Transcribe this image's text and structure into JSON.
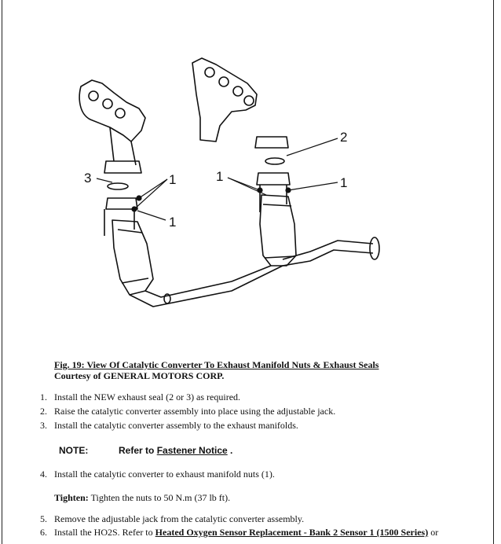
{
  "figure": {
    "callouts": [
      "1",
      "1",
      "1",
      "1",
      "2",
      "3"
    ]
  },
  "caption": {
    "title": "Fig. 19: View Of Catalytic Converter To Exhaust Manifold Nuts & Exhaust Seals",
    "credit": "Courtesy of GENERAL MOTORS CORP."
  },
  "steps": [
    {
      "num": "1.",
      "text": "Install the NEW exhaust seal (2 or 3) as required."
    },
    {
      "num": "2.",
      "text": "Raise the catalytic converter assembly into place using the adjustable jack."
    },
    {
      "num": "3.",
      "text": "Install the catalytic converter assembly to the exhaust manifolds."
    },
    {
      "num": "4.",
      "text": "Install the catalytic converter to exhaust manifold nuts (1)."
    },
    {
      "num": "5.",
      "text": "Remove the adjustable jack from the catalytic converter assembly."
    },
    {
      "num": "6.",
      "text_before": "Install the HO2S. Refer to ",
      "link": "Heated Oxygen Sensor Replacement - Bank 2 Sensor 1 (1500 Series)",
      "text_after": " or"
    }
  ],
  "note": {
    "label": "NOTE:",
    "text_before": "Refer to ",
    "link": "Fastener Notice",
    "text_after": " ."
  },
  "tighten": {
    "label": "Tighten:",
    "text": " Tighten the nuts to 50 N.m (37 lb ft)."
  }
}
